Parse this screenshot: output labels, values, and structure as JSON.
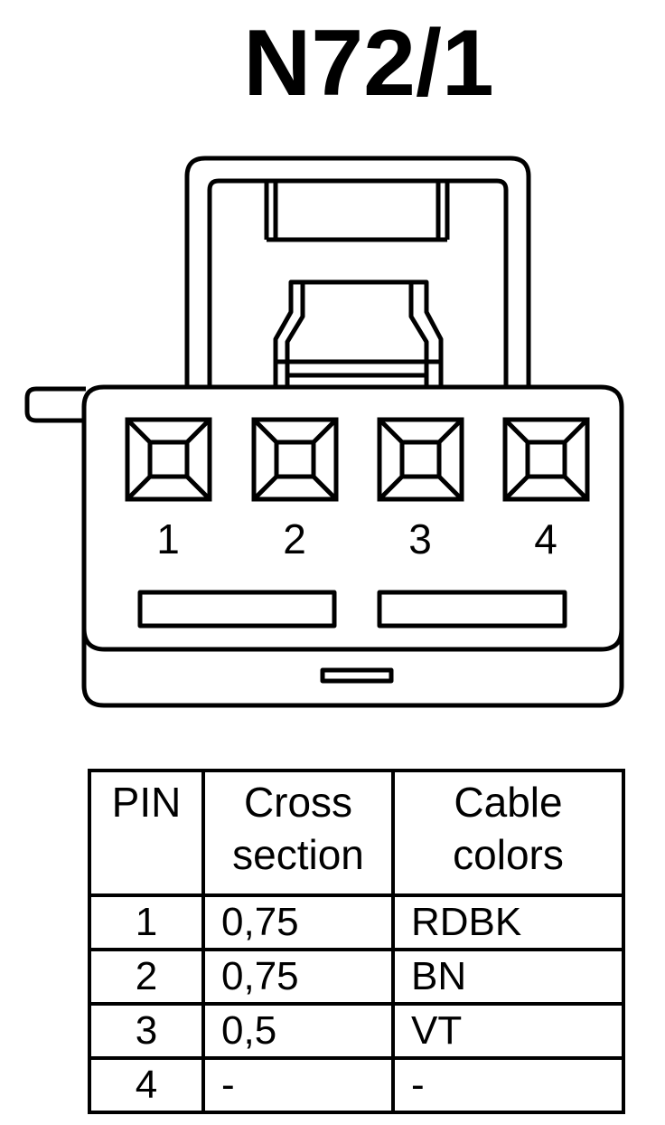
{
  "title": "N72/1",
  "connector": {
    "pins": [
      {
        "label": "1"
      },
      {
        "label": "2"
      },
      {
        "label": "3"
      },
      {
        "label": "4"
      }
    ]
  },
  "table": {
    "headers": {
      "pin": "PIN",
      "cross_line1": "Cross",
      "cross_line2": "section",
      "colors_line1": "Cable",
      "colors_line2": "colors"
    },
    "rows": [
      {
        "pin": "1",
        "cross_section": "0,75",
        "color": "RDBK"
      },
      {
        "pin": "2",
        "cross_section": "0,75",
        "color": "BN"
      },
      {
        "pin": "3",
        "cross_section": "0,5",
        "color": "VT"
      },
      {
        "pin": "4",
        "cross_section": "-",
        "color": "-"
      }
    ]
  }
}
